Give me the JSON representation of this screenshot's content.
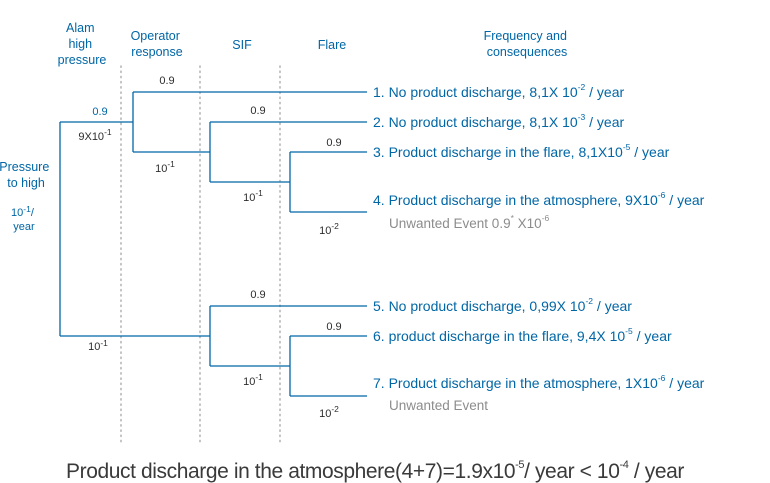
{
  "headers": {
    "alarm": [
      "Alam",
      "high",
      "pressure"
    ],
    "operator": [
      "Operator",
      "response"
    ],
    "sif": "SIF",
    "flare": "Flare",
    "frequency": [
      "Frequency and",
      "consequences"
    ]
  },
  "initiating_event": {
    "label": [
      "Pressure",
      "to high"
    ],
    "frequency_base": "10",
    "frequency_exp": "-1",
    "frequency_unit": "/",
    "frequency_unit2": "year"
  },
  "branch_probabilities": {
    "alarm_success": "0.9",
    "alarm_fail": "10",
    "alarm_fail_exp": "-1",
    "alarm_intermediate": "9X10",
    "alarm_intermediate_exp": "-1",
    "operator_success": "0.9",
    "operator_fail": "10",
    "operator_fail_exp": "-1",
    "sif_success_upper": "0.9",
    "sif_fail_upper": "10",
    "sif_fail_upper_exp": "-1",
    "flare_success_upper": "0.9",
    "flare_fail_upper": "10",
    "flare_fail_upper_exp": "-2",
    "sif_success_lower": "0.9",
    "sif_fail_lower": "10",
    "sif_fail_lower_exp": "-1",
    "flare_success_lower": "0.9",
    "flare_fail_lower": "10",
    "flare_fail_lower_exp": "-2"
  },
  "outcomes": [
    {
      "text": "1. No product discharge, 8,1X 10",
      "exp": "-2",
      "suffix": " / year"
    },
    {
      "text": "2. No product discharge, 8,1X 10",
      "exp": "-3",
      "suffix": " / year"
    },
    {
      "text": "3. Product discharge in the flare, 8,1X10",
      "exp": "-5",
      "suffix": " / year"
    },
    {
      "text": "4. Product discharge in the atmosphere, 9X10",
      "exp": "-6",
      "suffix": " / year",
      "note": "Unwanted Event 0.9",
      "note_sup": "*",
      "note_mid": " X10",
      "note_exp": "-6"
    },
    {
      "text": "5. No product discharge, 0,99X 10",
      "exp": "-2",
      "suffix": " / year"
    },
    {
      "text": "6. product discharge in the flare, 9,4X 10",
      "exp": "-5",
      "suffix": " / year"
    },
    {
      "text": "7. Product discharge in the atmosphere, 1X10",
      "exp": "-6",
      "suffix": " / year",
      "note": "Unwanted Event"
    }
  ],
  "summary": {
    "prefix": "Product discharge in the atmosphere(4+7)=1.9x10",
    "exp1": "-5",
    "middle": "/  year < 10",
    "exp2": "-4",
    "suffix": " / year"
  },
  "colors": {
    "blue": "#0066a6",
    "gray": "#8c8c8c",
    "dark": "#3a3a3a"
  }
}
